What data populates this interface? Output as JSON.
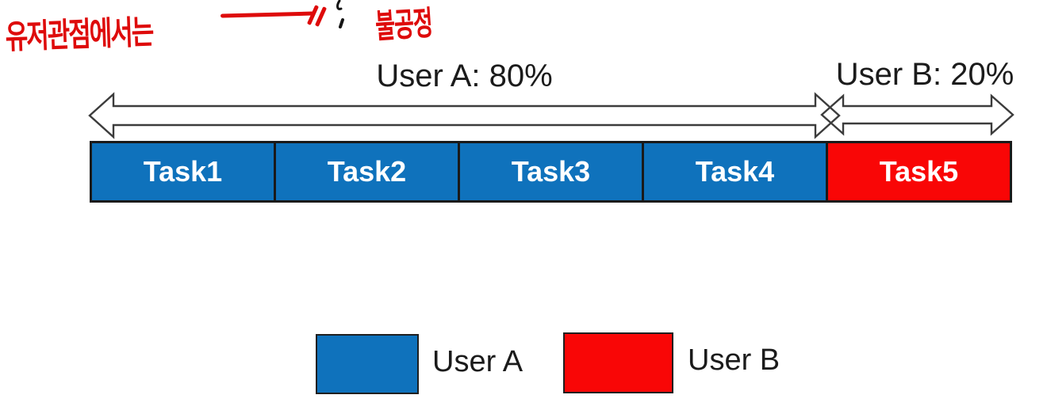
{
  "colors": {
    "user_a": "#0F72BC",
    "user_b": "#F90606",
    "annotation_red": "#DE0B0B",
    "arrow_outline": "#3C3C3C",
    "ink": "#1B1B1B"
  },
  "annotations": {
    "top_left_note": "유저관점에서는",
    "center_note": "불공정",
    "strike_line_icon": "red-strike-line",
    "double_tick_icon": "red-double-tick",
    "black_mark_icon": "black-pen-mark"
  },
  "shares": {
    "user_a": {
      "label": "User A: 80%",
      "percent": 80
    },
    "user_b": {
      "label": "User B: 20%",
      "percent": 20
    }
  },
  "bar": {
    "tasks": [
      {
        "label": "Task1",
        "owner": "User A"
      },
      {
        "label": "Task2",
        "owner": "User A"
      },
      {
        "label": "Task3",
        "owner": "User A"
      },
      {
        "label": "Task4",
        "owner": "User A"
      },
      {
        "label": "Task5",
        "owner": "User B"
      }
    ]
  },
  "legend": {
    "items": [
      {
        "label": "User A",
        "color_key": "user_a"
      },
      {
        "label": "User B",
        "color_key": "user_b"
      }
    ]
  },
  "chart_data": {
    "type": "bar",
    "title": "",
    "categories": [
      "Task1",
      "Task2",
      "Task3",
      "Task4",
      "Task5"
    ],
    "series": [
      {
        "name": "User A",
        "values": [
          20,
          20,
          20,
          20,
          0
        ]
      },
      {
        "name": "User B",
        "values": [
          0,
          0,
          0,
          0,
          20
        ]
      }
    ],
    "annotations": [
      "User A: 80%",
      "User B: 20%"
    ],
    "legend_position": "bottom"
  }
}
